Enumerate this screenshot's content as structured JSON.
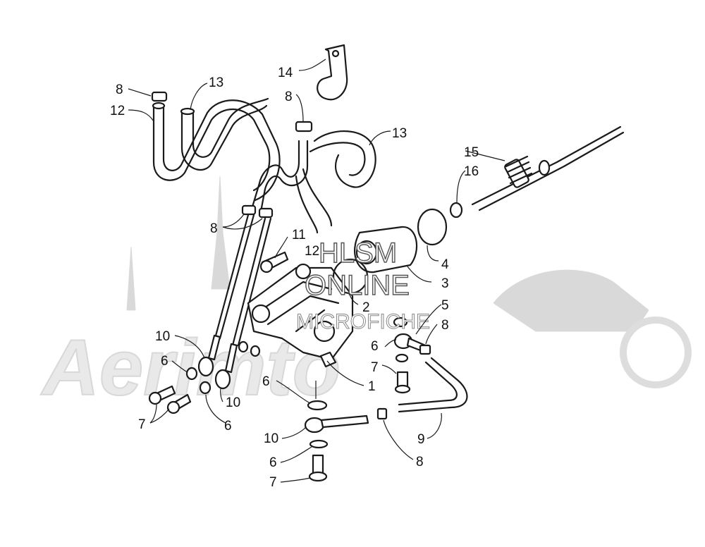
{
  "watermark": {
    "brand": "Aerimto",
    "line1": "HLSM",
    "line2": "ONLINE",
    "line3": "MICROFICHE"
  },
  "callouts": {
    "c1": "1",
    "c2": "2",
    "c3": "3",
    "c4": "4",
    "c5": "5",
    "c6a": "6",
    "c6b": "6",
    "c6c": "6",
    "c6d": "6",
    "c6e": "6",
    "c7a": "7",
    "c7b": "7",
    "c7c": "7",
    "c8a": "8",
    "c8b": "8",
    "c8c": "8",
    "c8d": "8",
    "c8e": "8",
    "c9": "9",
    "c10a": "10",
    "c10b": "10",
    "c10c": "10",
    "c11": "11",
    "c12a": "12",
    "c12b": "12",
    "c13a": "13",
    "c13b": "13",
    "c14": "14",
    "c15": "15",
    "c16": "16"
  }
}
